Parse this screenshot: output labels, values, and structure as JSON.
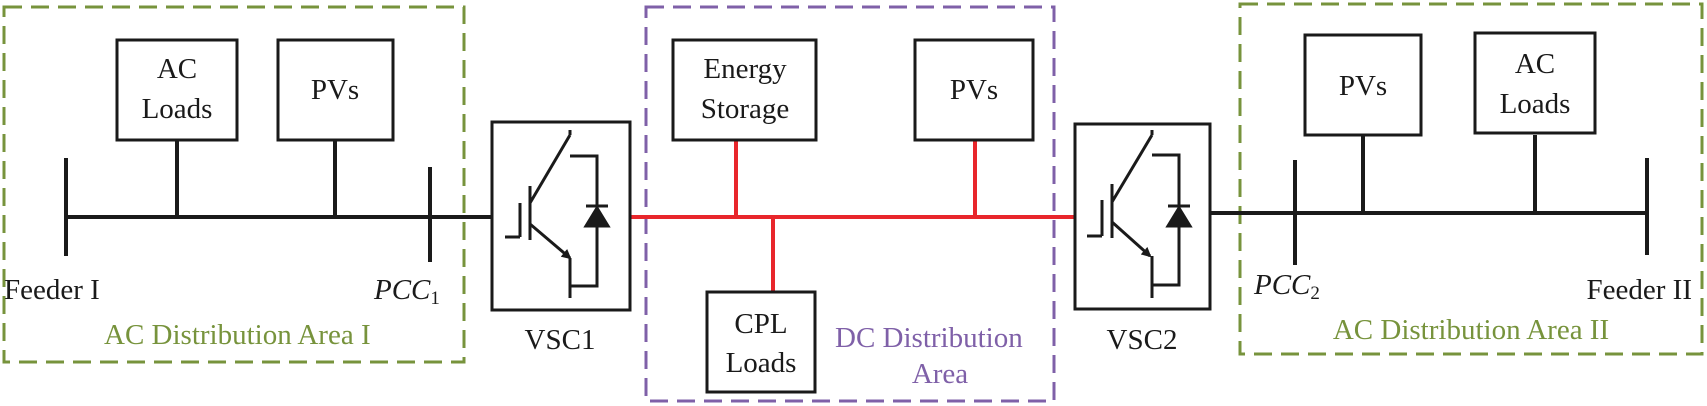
{
  "colors": {
    "ac_bus": "#1a1a1a",
    "dc_bus": "#e8262b",
    "ac_area_border": "#77933c",
    "dc_area_border": "#7f60a8"
  },
  "areas": {
    "ac_left": "AC Distribution Area I",
    "ac_right": "AC Distribution Area II",
    "dc_line1": "DC Distribution",
    "dc_line2": "Area"
  },
  "left": {
    "feeder": "Feeder I",
    "pcc_main": "PCC",
    "pcc_sub": "1",
    "ac_loads_line1": "AC",
    "ac_loads_line2": "Loads",
    "pvs": "PVs"
  },
  "dc": {
    "storage_line1": "Energy",
    "storage_line2": "Storage",
    "pvs": "PVs",
    "cpl_line1": "CPL",
    "cpl_line2": "Loads"
  },
  "right": {
    "feeder": "Feeder II",
    "pcc_main": "PCC",
    "pcc_sub": "2",
    "pvs": "PVs",
    "ac_loads_line1": "AC",
    "ac_loads_line2": "Loads"
  },
  "converters": {
    "vsc1": "VSC1",
    "vsc2": "VSC2"
  }
}
